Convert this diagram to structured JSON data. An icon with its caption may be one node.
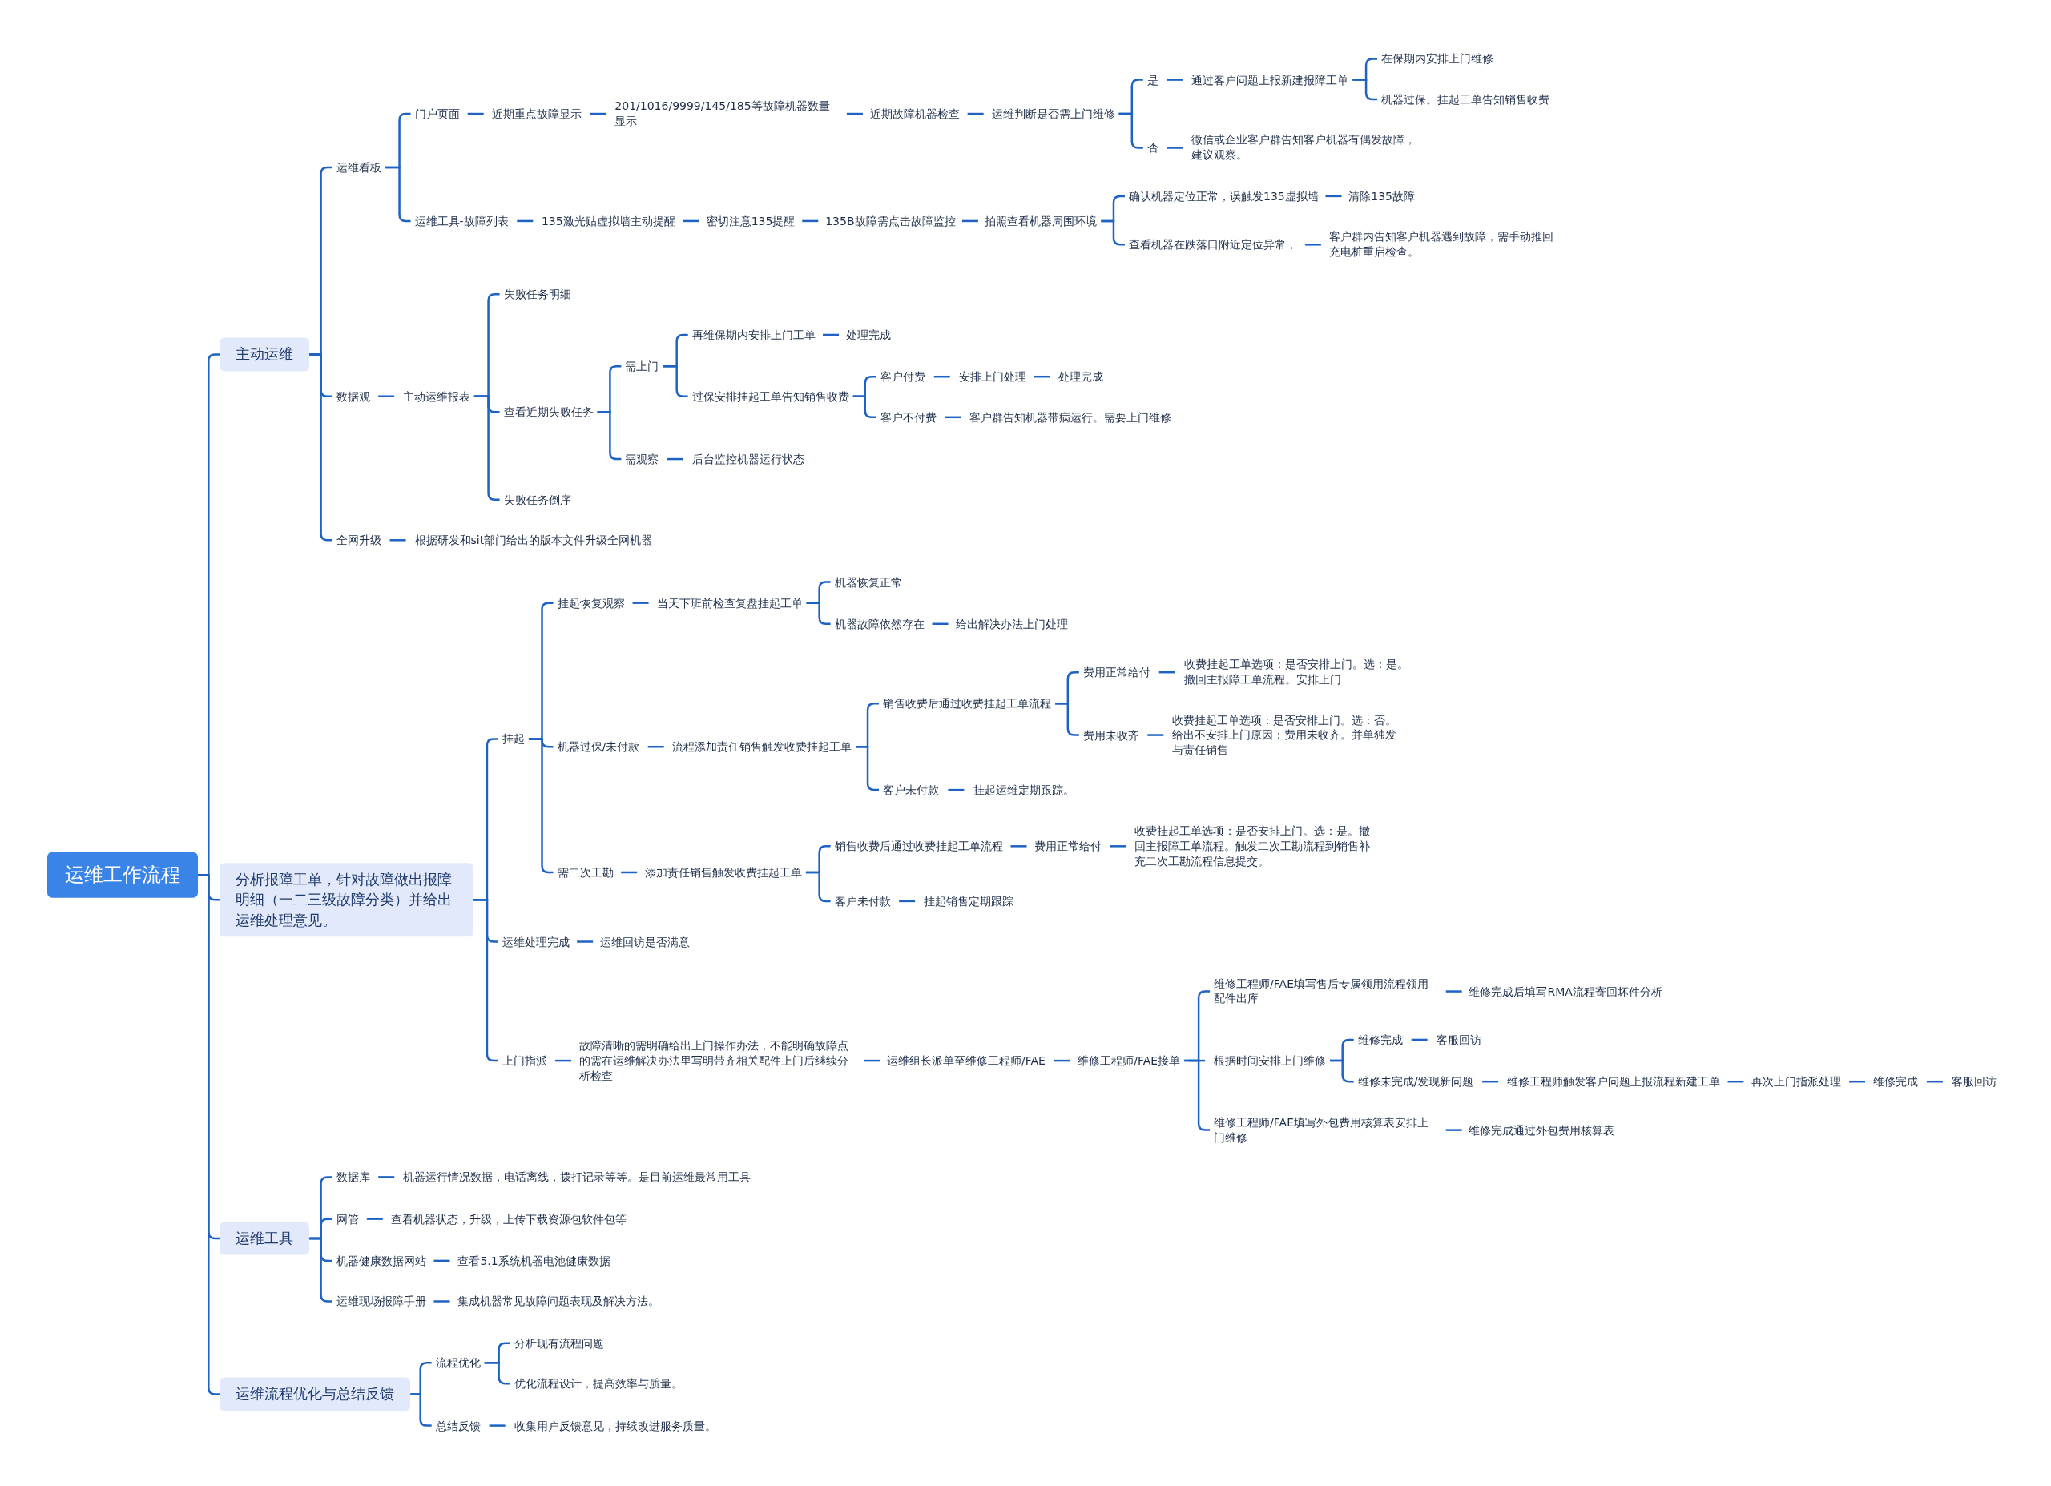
{
  "diagram": {
    "nodes": [
      {
        "text": [
          "运维工作流程"
        ]
      },
      {
        "text": [
          "主动运维"
        ]
      },
      {
        "text": [
          "运维看板"
        ]
      },
      {
        "text": [
          "门户页面"
        ]
      },
      {
        "text": [
          "近期重点故障显示"
        ]
      },
      {
        "text": [
          "201/1016/9999/145/185等故障机器数量显示"
        ]
      },
      {
        "text": [
          "近期故障机器检查"
        ]
      },
      {
        "text": [
          "运维判断是否需上门维修"
        ]
      },
      {
        "text": [
          "是"
        ]
      },
      {
        "text": [
          "通过客户问题上报新建报障工单"
        ]
      },
      {
        "text": [
          "在保期内安排上门维修"
        ]
      },
      {
        "text": [
          "机器过保。挂起工单告知销售收费"
        ]
      },
      {
        "text": [
          "否"
        ]
      },
      {
        "text": [
          "微信或企业客户群告知客户机器有偶发故障，建议观察。"
        ]
      },
      {
        "text": [
          "运维工具-故障列表"
        ]
      },
      {
        "text": [
          "135激光贴虚拟墙主动提醒"
        ]
      },
      {
        "text": [
          "密切注意135提醒"
        ]
      },
      {
        "text": [
          "135B故障需点击故障监控"
        ]
      },
      {
        "text": [
          "拍照查看机器周围环境"
        ]
      },
      {
        "text": [
          "确认机器定位正常，误触发135虚拟墙"
        ]
      },
      {
        "text": [
          "清除135故障"
        ]
      },
      {
        "text": [
          "查看机器在跌落口附近定位异常，"
        ]
      },
      {
        "text": [
          "客户群内告知客户机器遇到故障，需手动推回充电桩重启检查。"
        ]
      },
      {
        "text": [
          "数据观"
        ]
      },
      {
        "text": [
          "主动运维报表"
        ]
      },
      {
        "text": [
          "失败任务明细"
        ]
      },
      {
        "text": [
          "查看近期失败任务"
        ]
      },
      {
        "text": [
          "需上门"
        ]
      },
      {
        "text": [
          "再维保期内安排上门工单"
        ]
      },
      {
        "text": [
          "处理完成"
        ]
      },
      {
        "text": [
          "过保安排挂起工单告知销售收费"
        ]
      },
      {
        "text": [
          "客户付费"
        ]
      },
      {
        "text": [
          "安排上门处理"
        ]
      },
      {
        "text": [
          "处理完成"
        ]
      },
      {
        "text": [
          "客户不付费"
        ]
      },
      {
        "text": [
          "客户群告知机器带病运行。需要上门维修"
        ]
      },
      {
        "text": [
          "需观察"
        ]
      },
      {
        "text": [
          "后台监控机器运行状态"
        ]
      },
      {
        "text": [
          "失败任务倒序"
        ]
      },
      {
        "text": [
          "全网升级"
        ]
      },
      {
        "text": [
          "根据研发和sit部门给出的版本文件升级全网机器"
        ]
      },
      {
        "text": [
          "分析报障工单，针对故障做出报障明细（一二三级故障分类）并给出运维处理意见。"
        ]
      },
      {
        "text": [
          "挂起"
        ]
      },
      {
        "text": [
          "挂起恢复观察"
        ]
      },
      {
        "text": [
          "当天下班前检查复盘挂起工单"
        ]
      },
      {
        "text": [
          "机器恢复正常"
        ]
      },
      {
        "text": [
          "机器故障依然存在"
        ]
      },
      {
        "text": [
          "给出解决办法上门处理"
        ]
      },
      {
        "text": [
          "机器过保/未付款"
        ]
      },
      {
        "text": [
          "流程添加责任销售触发收费挂起工单"
        ]
      },
      {
        "text": [
          "销售收费后通过收费挂起工单流程"
        ]
      },
      {
        "text": [
          "费用正常给付"
        ]
      },
      {
        "text": [
          "收费挂起工单选项：是否安排上门。选：是。撤回主报障工单流程。安排上门"
        ]
      },
      {
        "text": [
          "费用未收齐"
        ]
      },
      {
        "text": [
          "收费挂起工单选项：是否安排上门。选：否。给出不安排上门原因：费用未收齐。并单独发与责任销售"
        ]
      },
      {
        "text": [
          "客户未付款"
        ]
      },
      {
        "text": [
          "挂起运维定期跟踪。"
        ]
      },
      {
        "text": [
          "需二次工勘"
        ]
      },
      {
        "text": [
          "添加责任销售触发收费挂起工单"
        ]
      },
      {
        "text": [
          "销售收费后通过收费挂起工单流程"
        ]
      },
      {
        "text": [
          "费用正常给付"
        ]
      },
      {
        "text": [
          "收费挂起工单选项：是否安排上门。选：是。撤回主报障工单流程。触发二次工勘流程到销售补充二次工勘流程信息提交。"
        ]
      },
      {
        "text": [
          "客户未付款"
        ]
      },
      {
        "text": [
          "挂起销售定期跟踪"
        ]
      },
      {
        "text": [
          "运维处理完成"
        ]
      },
      {
        "text": [
          "运维回访是否满意"
        ]
      },
      {
        "text": [
          "上门指派"
        ]
      },
      {
        "text": [
          "故障清晰的需明确给出上门操作办法，不能明确故障点的需在运维解决办法里写明带齐相关配件上门后继续分析检查"
        ]
      },
      {
        "text": [
          "运维组长派单至维修工程师/FAE"
        ]
      },
      {
        "text": [
          "维修工程师/FAE接单"
        ]
      },
      {
        "text": [
          "维修工程师/FAE填写售后专属领用流程领用配件出库"
        ]
      },
      {
        "text": [
          "维修完成后填写RMA流程寄回坏件分析"
        ]
      },
      {
        "text": [
          "根据时间安排上门维修"
        ]
      },
      {
        "text": [
          "维修完成"
        ]
      },
      {
        "text": [
          "客服回访"
        ]
      },
      {
        "text": [
          "维修未完成/发现新问题"
        ]
      },
      {
        "text": [
          "维修工程师触发客户问题上报流程新建工单"
        ]
      },
      {
        "text": [
          "再次上门指派处理"
        ]
      },
      {
        "text": [
          "维修完成"
        ]
      },
      {
        "text": [
          "客服回访"
        ]
      },
      {
        "text": [
          "维修工程师/FAE填写外包费用核算表安排上门维修"
        ]
      },
      {
        "text": [
          "维修完成通过外包费用核算表"
        ]
      },
      {
        "text": [
          "运维工具"
        ]
      },
      {
        "text": [
          "数据库"
        ]
      },
      {
        "text": [
          "机器运行情况数据，电话离线，拨打记录等等。是目前运维最常用工具"
        ]
      },
      {
        "text": [
          "网管"
        ]
      },
      {
        "text": [
          "查看机器状态，升级，上传下载资源包软件包等"
        ]
      },
      {
        "text": [
          "机器健康数据网站"
        ]
      },
      {
        "text": [
          "查看5.1系统机器电池健康数据"
        ]
      },
      {
        "text": [
          "运维现场报障手册"
        ]
      },
      {
        "text": [
          "集成机器常见故障问题表现及解决方法。"
        ]
      },
      {
        "text": [
          "运维流程优化与总结反馈"
        ]
      },
      {
        "text": [
          "流程优化"
        ]
      },
      {
        "text": [
          "分析现有流程问题"
        ]
      },
      {
        "text": [
          "优化流程设计，提高效率与质量。"
        ]
      },
      {
        "text": [
          "总结反馈"
        ]
      },
      {
        "text": [
          "收集用户反馈意见，持续改进服务质量。"
        ]
      }
    ],
    "edges": [
      {
        "from": 0,
        "to": 1,
        "arrow": "none"
      },
      {
        "from": 1,
        "to": 2,
        "arrow": "none"
      },
      {
        "from": 2,
        "to": 3,
        "arrow": "none"
      },
      {
        "from": 3,
        "to": 4,
        "arrow": "none"
      },
      {
        "from": 4,
        "to": 5,
        "arrow": "none"
      },
      {
        "from": 5,
        "to": 6,
        "arrow": "none"
      },
      {
        "from": 6,
        "to": 7,
        "arrow": "none"
      },
      {
        "from": 7,
        "to": 8,
        "arrow": "none"
      },
      {
        "from": 8,
        "to": 9,
        "arrow": "none"
      },
      {
        "from": 9,
        "to": 10,
        "arrow": "none"
      },
      {
        "from": 9,
        "to": 11,
        "arrow": "none"
      },
      {
        "from": 7,
        "to": 12,
        "arrow": "none"
      },
      {
        "from": 12,
        "to": 13,
        "arrow": "none"
      },
      {
        "from": 2,
        "to": 14,
        "arrow": "none"
      },
      {
        "from": 14,
        "to": 15,
        "arrow": "none"
      },
      {
        "from": 15,
        "to": 16,
        "arrow": "none"
      },
      {
        "from": 16,
        "to": 17,
        "arrow": "none"
      },
      {
        "from": 17,
        "to": 18,
        "arrow": "none"
      },
      {
        "from": 18,
        "to": 19,
        "arrow": "none"
      },
      {
        "from": 19,
        "to": 20,
        "arrow": "none"
      },
      {
        "from": 18,
        "to": 21,
        "arrow": "none"
      },
      {
        "from": 21,
        "to": 22,
        "arrow": "none"
      },
      {
        "from": 1,
        "to": 23,
        "arrow": "none"
      },
      {
        "from": 23,
        "to": 24,
        "arrow": "none"
      },
      {
        "from": 24,
        "to": 25,
        "arrow": "none"
      },
      {
        "from": 24,
        "to": 26,
        "arrow": "none"
      },
      {
        "from": 26,
        "to": 27,
        "arrow": "none"
      },
      {
        "from": 27,
        "to": 28,
        "arrow": "none"
      },
      {
        "from": 28,
        "to": 29,
        "arrow": "none"
      },
      {
        "from": 27,
        "to": 30,
        "arrow": "none"
      },
      {
        "from": 30,
        "to": 31,
        "arrow": "none"
      },
      {
        "from": 31,
        "to": 32,
        "arrow": "none"
      },
      {
        "from": 32,
        "to": 33,
        "arrow": "none"
      },
      {
        "from": 30,
        "to": 34,
        "arrow": "none"
      },
      {
        "from": 34,
        "to": 35,
        "arrow": "none"
      },
      {
        "from": 26,
        "to": 36,
        "arrow": "none"
      },
      {
        "from": 36,
        "to": 37,
        "arrow": "none"
      },
      {
        "from": 24,
        "to": 38,
        "arrow": "none"
      },
      {
        "from": 1,
        "to": 39,
        "arrow": "none"
      },
      {
        "from": 39,
        "to": 40,
        "arrow": "none"
      },
      {
        "from": 0,
        "to": 41,
        "arrow": "none"
      },
      {
        "from": 41,
        "to": 42,
        "arrow": "none"
      },
      {
        "from": 42,
        "to": 43,
        "arrow": "none"
      },
      {
        "from": 43,
        "to": 44,
        "arrow": "none"
      },
      {
        "from": 44,
        "to": 45,
        "arrow": "none"
      },
      {
        "from": 44,
        "to": 46,
        "arrow": "none"
      },
      {
        "from": 46,
        "to": 47,
        "arrow": "none"
      },
      {
        "from": 42,
        "to": 48,
        "arrow": "none"
      },
      {
        "from": 48,
        "to": 49,
        "arrow": "none"
      },
      {
        "from": 49,
        "to": 50,
        "arrow": "none"
      },
      {
        "from": 50,
        "to": 51,
        "arrow": "none"
      },
      {
        "from": 51,
        "to": 52,
        "arrow": "none"
      },
      {
        "from": 50,
        "to": 53,
        "arrow": "none"
      },
      {
        "from": 53,
        "to": 54,
        "arrow": "none"
      },
      {
        "from": 49,
        "to": 55,
        "arrow": "none"
      },
      {
        "from": 55,
        "to": 56,
        "arrow": "none"
      },
      {
        "from": 42,
        "to": 57,
        "arrow": "none"
      },
      {
        "from": 57,
        "to": 58,
        "arrow": "none"
      },
      {
        "from": 58,
        "to": 59,
        "arrow": "none"
      },
      {
        "from": 59,
        "to": 60,
        "arrow": "none"
      },
      {
        "from": 60,
        "to": 61,
        "arrow": "none"
      },
      {
        "from": 58,
        "to": 62,
        "arrow": "none"
      },
      {
        "from": 62,
        "to": 63,
        "arrow": "none"
      },
      {
        "from": 41,
        "to": 64,
        "arrow": "none"
      },
      {
        "from": 64,
        "to": 65,
        "arrow": "none"
      },
      {
        "from": 41,
        "to": 66,
        "arrow": "none"
      },
      {
        "from": 66,
        "to": 67,
        "arrow": "none"
      },
      {
        "from": 67,
        "to": 68,
        "arrow": "none"
      },
      {
        "from": 68,
        "to": 69,
        "arrow": "none"
      },
      {
        "from": 69,
        "to": 70,
        "arrow": "none"
      },
      {
        "from": 70,
        "to": 71,
        "arrow": "none"
      },
      {
        "from": 69,
        "to": 72,
        "arrow": "none"
      },
      {
        "from": 72,
        "to": 73,
        "arrow": "none"
      },
      {
        "from": 73,
        "to": 74,
        "arrow": "none"
      },
      {
        "from": 72,
        "to": 75,
        "arrow": "none"
      },
      {
        "from": 75,
        "to": 76,
        "arrow": "none"
      },
      {
        "from": 76,
        "to": 77,
        "arrow": "none"
      },
      {
        "from": 77,
        "to": 78,
        "arrow": "none"
      },
      {
        "from": 78,
        "to": 79,
        "arrow": "none"
      },
      {
        "from": 69,
        "to": 80,
        "arrow": "none"
      },
      {
        "from": 80,
        "to": 81,
        "arrow": "none"
      },
      {
        "from": 0,
        "to": 82,
        "arrow": "none"
      },
      {
        "from": 82,
        "to": 83,
        "arrow": "none"
      },
      {
        "from": 83,
        "to": 84,
        "arrow": "none"
      },
      {
        "from": 82,
        "to": 85,
        "arrow": "none"
      },
      {
        "from": 85,
        "to": 86,
        "arrow": "none"
      },
      {
        "from": 82,
        "to": 87,
        "arrow": "none"
      },
      {
        "from": 87,
        "to": 88,
        "arrow": "none"
      },
      {
        "from": 82,
        "to": 89,
        "arrow": "none"
      },
      {
        "from": 89,
        "to": 90,
        "arrow": "none"
      },
      {
        "from": 0,
        "to": 91,
        "arrow": "none"
      },
      {
        "from": 91,
        "to": 92,
        "arrow": "none"
      },
      {
        "from": 92,
        "to": 93,
        "arrow": "none"
      },
      {
        "from": 92,
        "to": 94,
        "arrow": "none"
      },
      {
        "from": 91,
        "to": 95,
        "arrow": "none"
      },
      {
        "from": 95,
        "to": 96,
        "arrow": "none"
      }
    ]
  }
}
